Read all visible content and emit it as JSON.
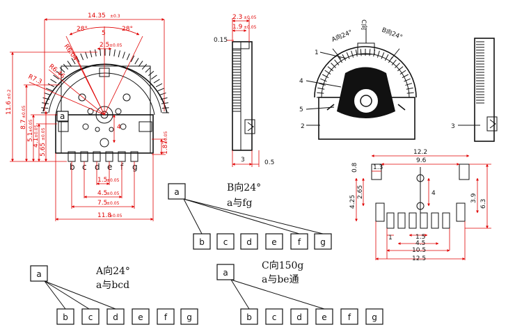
{
  "front_view": {
    "dims": {
      "width_top": "14.35",
      "width_top_tol": "±0.3",
      "angle_left": "28°",
      "angle_right": "28°",
      "center_five": "5",
      "center_25": "2.5",
      "center_25_tol": "±0.05",
      "r604": "R6.04",
      "r646": "R6.46",
      "r73": "R7.3",
      "h116": "11.6",
      "h116_tol": "±0.2",
      "h87": "8.7",
      "h87_tol": "±0.05",
      "h51": "5.1",
      "h51_tol": "±0.05",
      "h41": "4.1",
      "h41_tol": "±0.05",
      "h565": "5.65",
      "h565_tol": "±0.05",
      "h187": "1.87",
      "h187_tol": "±0.05",
      "four": "4",
      "p15": "1.5",
      "p15_tol": "±0.05",
      "p45": "4.5",
      "p45_tol": "±0.05",
      "p75": "7.5",
      "p75_tol": "±0.05",
      "w118": "11.8",
      "w118_tol": "±0.05"
    },
    "label_a": "a",
    "pins": [
      "b",
      "c",
      "d",
      "e",
      "f",
      "g"
    ]
  },
  "side_view": {
    "dims": {
      "d23": "2.3",
      "d23_tol": "±0.05",
      "d19": "1.9",
      "d19_tol": "±0.05",
      "d015": "0.15",
      "d3": "3",
      "d05": "0.5"
    }
  },
  "exploded_view": {
    "direction_c": "C向",
    "direction_a": "A向24°",
    "direction_b": "B向24°",
    "callouts": [
      "1",
      "2",
      "3",
      "4",
      "5"
    ]
  },
  "footprint": {
    "dims": {
      "w122": "12.2",
      "w96": "9.6",
      "d08": "0.8",
      "d13": "1.3",
      "d265": "2.65",
      "d425": "4.25",
      "d4": "4",
      "d39": "3.9",
      "d63": "6.3",
      "d1": "1",
      "d15": "1.5",
      "d45": "4.5",
      "d105": "10.5",
      "d125": "12.5"
    }
  },
  "switch_states": [
    {
      "title": "B向24°",
      "subtitle": "a与fg",
      "common": "a",
      "pins": [
        "b",
        "c",
        "d",
        "e",
        "f",
        "g"
      ]
    },
    {
      "title": "A向24°",
      "subtitle": "a与bcd",
      "common": "a",
      "pins": [
        "b",
        "c",
        "d",
        "e",
        "f",
        "g"
      ]
    },
    {
      "title": "C向150g",
      "subtitle": "a与be通",
      "common": "a",
      "pins": [
        "b",
        "c",
        "d",
        "e",
        "f",
        "g"
      ]
    }
  ],
  "colors": {
    "dimension": "#e00000",
    "outline": "#111111"
  }
}
